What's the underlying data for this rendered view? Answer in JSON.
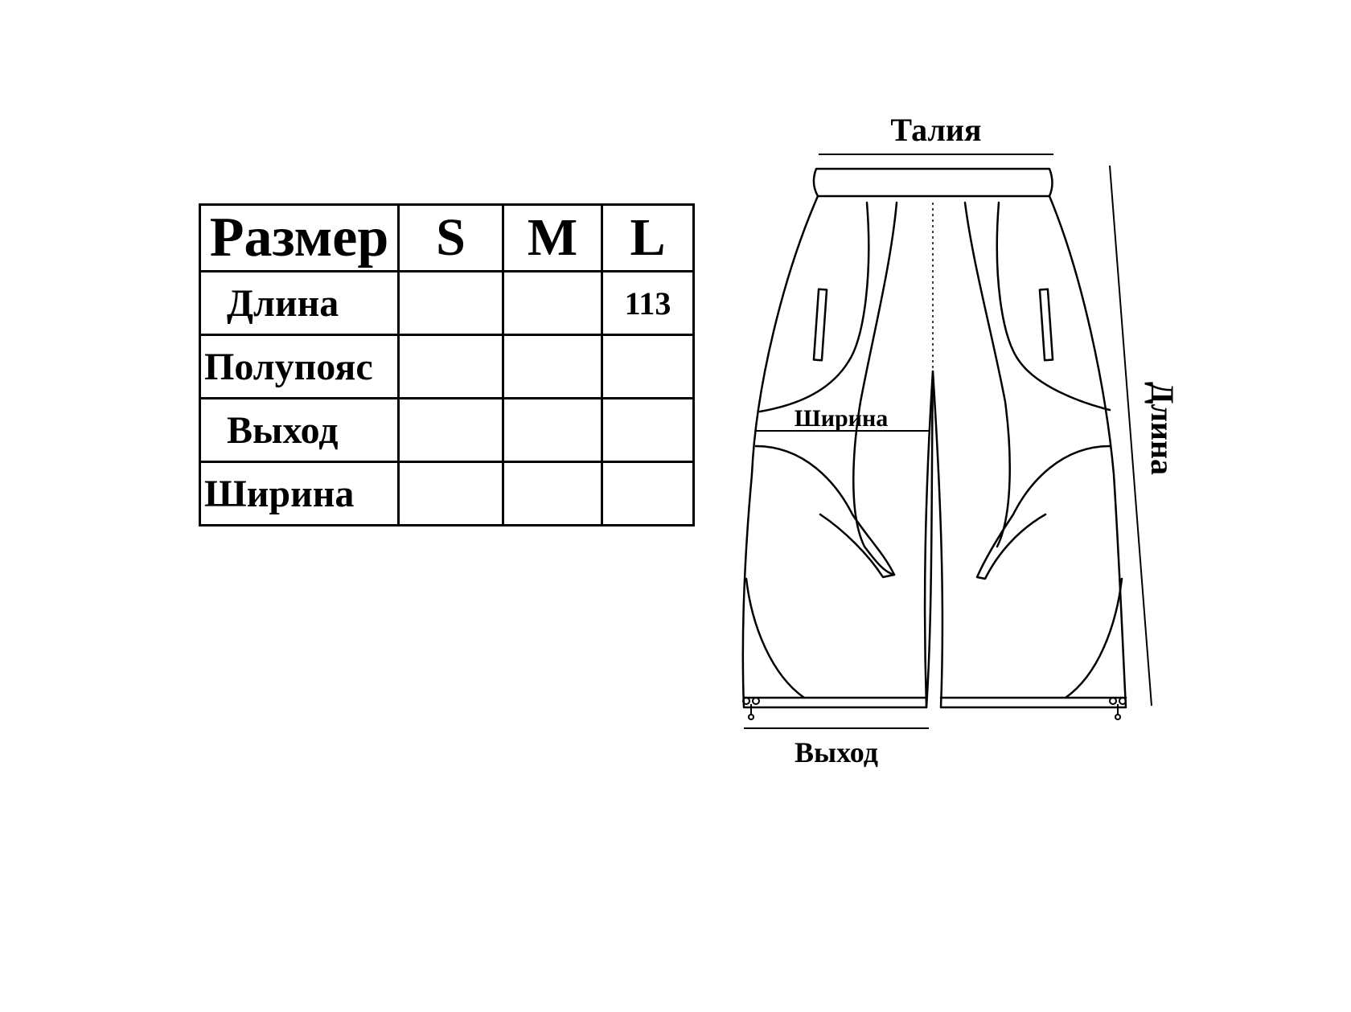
{
  "table": {
    "header": {
      "label": "Размер",
      "sizes": [
        "S",
        "M",
        "L"
      ]
    },
    "rows": [
      {
        "label": "Длина",
        "values": [
          "",
          "",
          "113"
        ]
      },
      {
        "label": "Полупояс",
        "values": [
          "",
          "",
          ""
        ]
      },
      {
        "label": "Выход",
        "values": [
          "",
          "",
          ""
        ]
      },
      {
        "label": "Ширина",
        "values": [
          "",
          "",
          ""
        ]
      }
    ]
  },
  "diagram": {
    "labels": {
      "waist": "Талия",
      "width": "Ширина",
      "length": "Длина",
      "hem": "Выход"
    }
  }
}
